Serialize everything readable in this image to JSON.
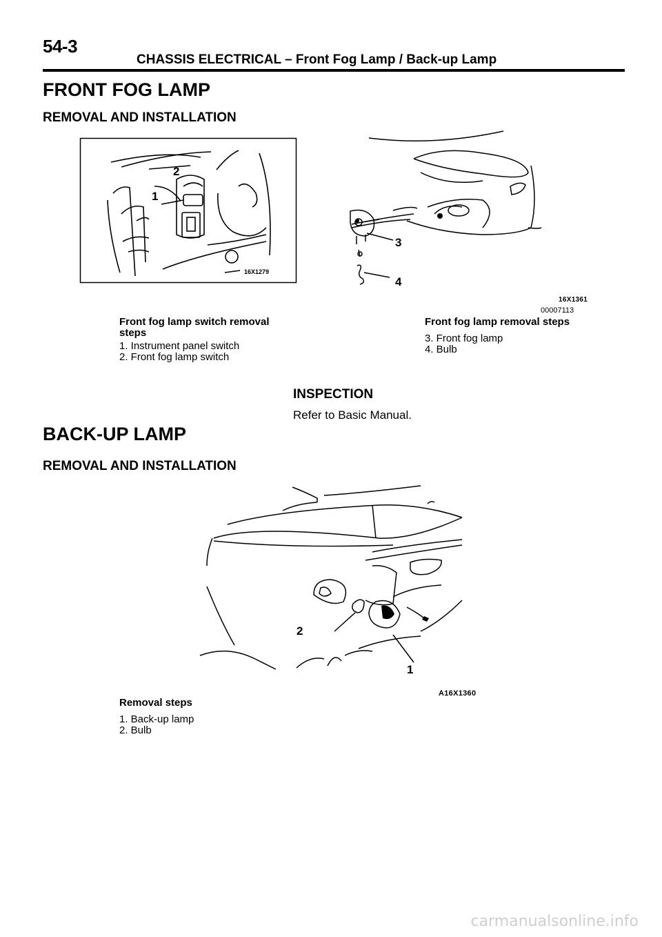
{
  "header": {
    "page_number": "54-3",
    "title": "CHASSIS ELECTRICAL – Front Fog Lamp / Back-up Lamp"
  },
  "fog_lamp": {
    "heading": "FRONT FOG LAMP",
    "subheading": "REMOVAL AND INSTALLATION",
    "fig1": {
      "code": "16X1279",
      "callouts": [
        "1",
        "2"
      ]
    },
    "fig2": {
      "code": "16X1361",
      "code2": "00007113",
      "callouts": [
        "3",
        "4"
      ]
    },
    "switch_steps": {
      "title_line1": "Front fog lamp switch removal",
      "title_line2": "steps",
      "items": [
        "1. Instrument panel switch",
        "2. Front fog lamp switch"
      ]
    },
    "lamp_steps": {
      "title": "Front fog lamp removal steps",
      "items": [
        "3. Front fog lamp",
        "4. Bulb"
      ]
    }
  },
  "inspection": {
    "heading": "INSPECTION",
    "text": "Refer to Basic Manual."
  },
  "backup_lamp": {
    "heading": "BACK-UP LAMP",
    "subheading": "REMOVAL AND INSTALLATION",
    "fig": {
      "code": "A16X1360",
      "callouts": [
        "1",
        "2"
      ]
    },
    "steps": {
      "title": "Removal steps",
      "items": [
        "1. Back-up lamp",
        "2. Bulb"
      ]
    }
  },
  "footer": {
    "watermark": "carmanualsonline.info"
  }
}
